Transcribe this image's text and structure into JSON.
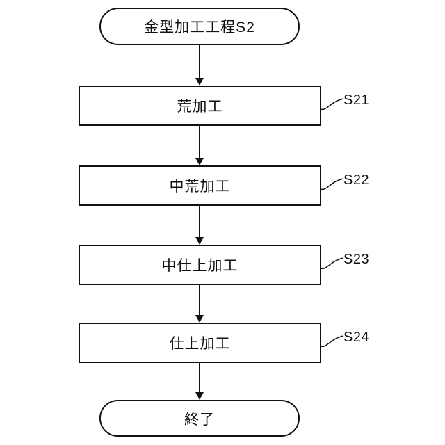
{
  "flowchart": {
    "start": {
      "label": "金型加工工程S2"
    },
    "steps": [
      {
        "label": "荒加工",
        "tag": "S21"
      },
      {
        "label": "中荒加工",
        "tag": "S22"
      },
      {
        "label": "中仕上加工",
        "tag": "S23"
      },
      {
        "label": "仕上加工",
        "tag": "S24"
      }
    ],
    "end": {
      "label": "終了"
    },
    "colors": {
      "line": "#111111",
      "background": "#ffffff",
      "text": "#111111"
    }
  }
}
